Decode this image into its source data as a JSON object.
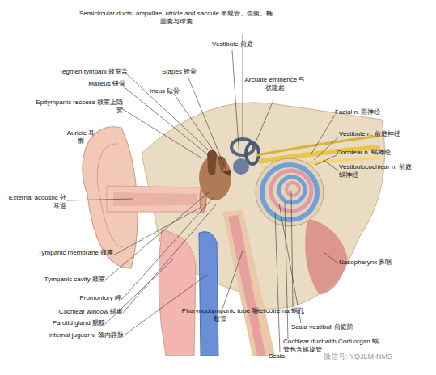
{
  "diagram": {
    "labels": [
      "Semicircular ducts, ampullae, utricle and saccule 半规管、壶腹、椭圆囊与球囊",
      "Vestibule 前庭",
      "Tegmen tympani 鼓室盖",
      "Malleus 锤骨",
      "Stapes 镫骨",
      "Incus 砧骨",
      "Arcuate eminence 弓状隆起",
      "Epitympanic reccess 鼓室上隐窝",
      "Facial n. 面神经",
      "Auricle 耳廓",
      "Vestibule n. 前庭神经",
      "Cochlear n. 蜗神经",
      "Vestibulocochlear n. 前庭蜗神经",
      "External acoustic 外耳道",
      "Tympanic membrane 鼓膜",
      "Nasopharynx 鼻咽",
      "Tympanic cavity 鼓室",
      "Promontory 岬",
      "Helicotrema 蜗孔",
      "Cochlear window 蜗窗",
      "Parotid gland 腮腺",
      "Pharyngotympanic tube 咽鼓管",
      "Scala vestibuli 前庭阶",
      "Internal juguar v. 颈内静脉",
      "Cochlear duct with Corti organ 蜗管包含螺旋管",
      "Scala",
      "微信号: YQJLM-NMS"
    ]
  }
}
